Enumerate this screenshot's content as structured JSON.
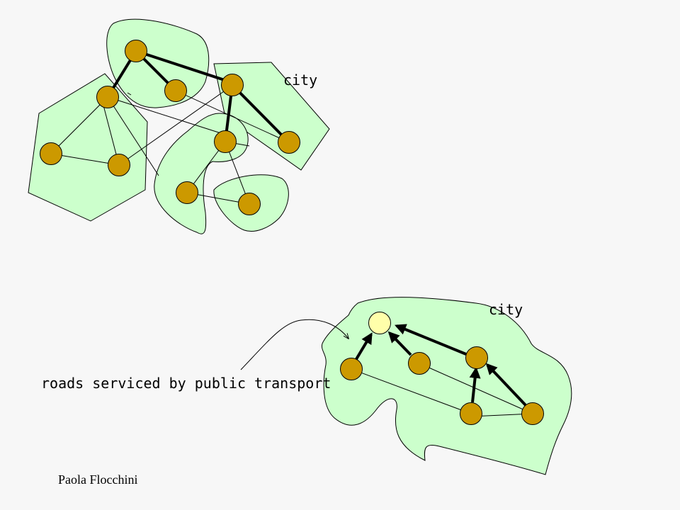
{
  "diagram": {
    "top_city_label": "city",
    "bottom_city_label": "city",
    "callout_label": "roads serviced by public transport",
    "footer_author": "Paola Flocchini"
  },
  "colors": {
    "background": "#f7f7f7",
    "region_fill": "#ccffcc",
    "node_fill": "#cc9900",
    "root_node_fill": "#ffffaa",
    "edge": "#000000"
  }
}
